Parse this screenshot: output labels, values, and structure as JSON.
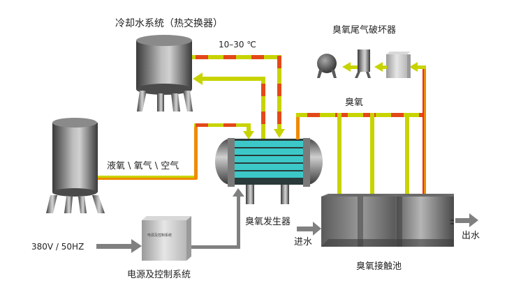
{
  "labels": {
    "cooling_system": "冷却水系统（热交换器）",
    "temperature": "10–30 ℃",
    "ozone_destructor": "臭氧尾气破坏器",
    "ozone": "臭氧",
    "oxygen_source": "液氧 \\ 氧气 \\ 空气",
    "ozone_generator": "臭氧发生器",
    "power_input": "380V / 50HZ",
    "control_box_text": "电源及控制系统",
    "power_control": "电源及控制系统",
    "water_in": "进水",
    "water_out": "出水",
    "contact_tank": "臭氧接触池"
  },
  "colors": {
    "pipe_yellow": "#c8d400",
    "pipe_red": "#e8301c",
    "pipe_orange": "#f08a00",
    "gray_pipe": "#808080",
    "tube_cyan": "#3cc8c8",
    "steel_dark": "#4a4a4a",
    "steel_light": "#c8c8c8"
  }
}
